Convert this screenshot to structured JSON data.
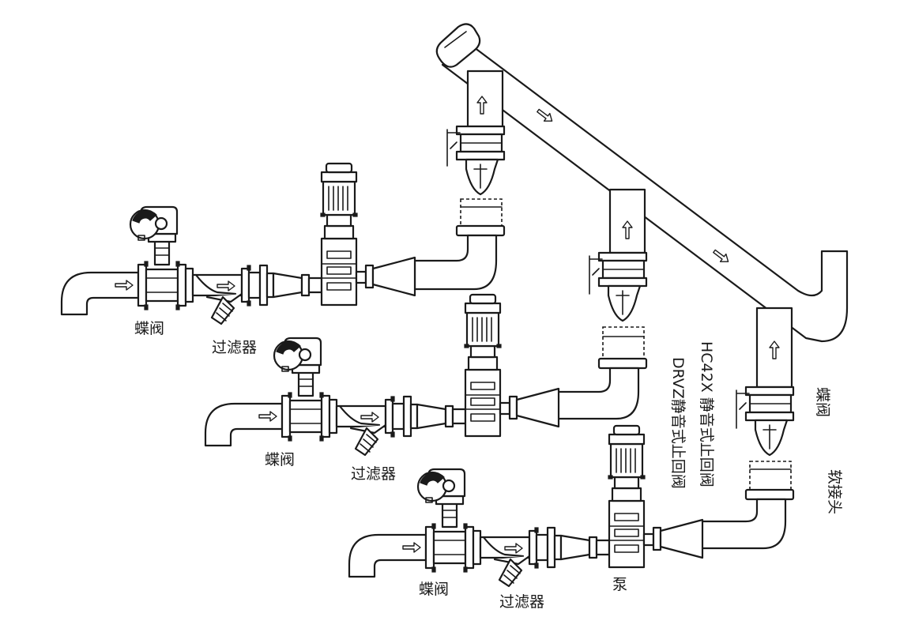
{
  "labels": {
    "butterfly_valve": "蝶阀",
    "filter": "过滤器",
    "pump": "泵",
    "hc42x_check_valve": "HC42X 静音式止回阀",
    "drvz_check_valve": "DRVZ静音式止回阀",
    "soft_joint": "软接头"
  },
  "icons": {
    "flow_arrow": "arrow-icon"
  },
  "colors": {
    "line": "#1a1a1a",
    "background": "#ffffff"
  }
}
